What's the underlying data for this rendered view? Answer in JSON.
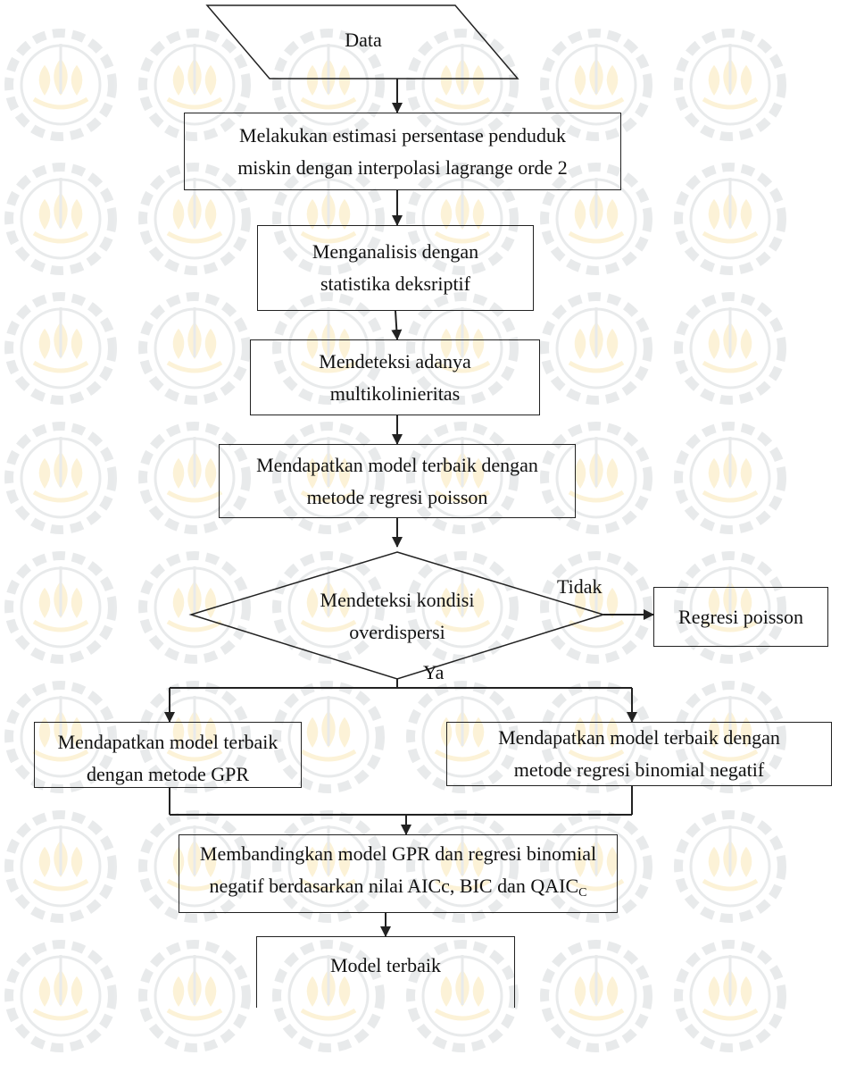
{
  "colors": {
    "stroke": "#222222",
    "text": "#111111",
    "watermark": "#f2c94c",
    "watermark_gray": "#9aa3a8"
  },
  "flowchart": {
    "start": {
      "label": "Data"
    },
    "step1": {
      "line1": "Melakukan estimasi persentase penduduk",
      "line2": "miskin dengan interpolasi lagrange orde 2"
    },
    "step2": {
      "line1": "Menganalisis dengan",
      "line2": "statistika deksriptif"
    },
    "step3": {
      "line1": "Mendeteksi adanya",
      "line2": "multikolinieritas"
    },
    "step4": {
      "line1": "Mendapatkan model terbaik dengan",
      "line2": "metode regresi poisson"
    },
    "decision": {
      "line1": "Mendeteksi kondisi",
      "line2": "overdispersi"
    },
    "no_label": "Tidak",
    "yes_label": "Ya",
    "poisson_result": {
      "label": "Regresi poisson"
    },
    "gpr": {
      "line1": "Mendapatkan model terbaik",
      "line2": "dengan metode GPR"
    },
    "binomial": {
      "line1": "Mendapatkan model terbaik dengan",
      "line2": "metode regresi binomial negatif"
    },
    "compare": {
      "line1": "Membandingkan model GPR dan regresi  binomial",
      "line2_main": "negatif berdasarkan nilai AICc, BIC dan QAIC",
      "line2_sub": "C"
    },
    "end": {
      "label": "Model terbaik"
    }
  }
}
